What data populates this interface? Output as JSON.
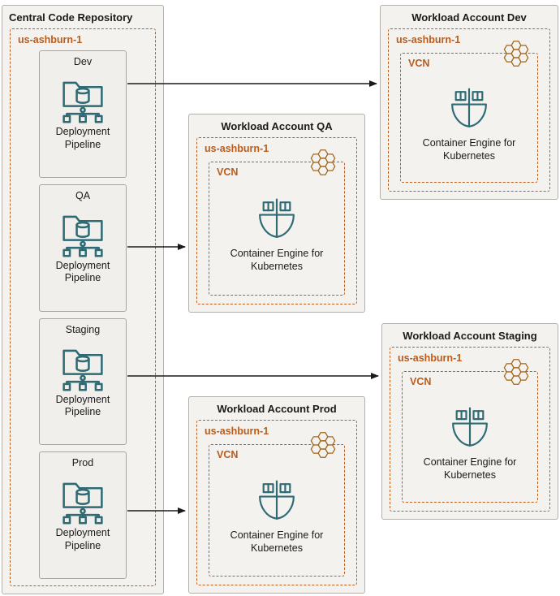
{
  "repository": {
    "title": "Central Code Repository",
    "region_label": "us-ashburn-1",
    "pipelines": [
      {
        "name": "Dev",
        "caption": "Deployment Pipeline"
      },
      {
        "name": "QA",
        "caption": "Deployment Pipeline"
      },
      {
        "name": "Staging",
        "caption": "Deployment Pipeline"
      },
      {
        "name": "Prod",
        "caption": "Deployment Pipeline"
      }
    ]
  },
  "accounts": [
    {
      "title": "Workload Account Dev",
      "region_label": "us-ashburn-1",
      "vcn_label": "VCN",
      "service": "Container Engine for Kubernetes"
    },
    {
      "title": "Workload Account QA",
      "region_label": "us-ashburn-1",
      "vcn_label": "VCN",
      "service": "Container Engine for Kubernetes"
    },
    {
      "title": "Workload Account Staging",
      "region_label": "us-ashburn-1",
      "vcn_label": "VCN",
      "service": "Container Engine for Kubernetes"
    },
    {
      "title": "Workload Account Prod",
      "region_label": "us-ashburn-1",
      "vcn_label": "VCN",
      "service": "Container Engine for Kubernetes"
    }
  ],
  "connections": [
    {
      "from": "Dev Deployment Pipeline",
      "to": "Workload Account Dev"
    },
    {
      "from": "QA Deployment Pipeline",
      "to": "Workload Account QA"
    },
    {
      "from": "Staging Deployment Pipeline",
      "to": "Workload Account Staging"
    },
    {
      "from": "Prod Deployment Pipeline",
      "to": "Workload Account Prod"
    }
  ],
  "icons": {
    "pipeline": "deployment-pipeline-icon",
    "kubernetes": "container-engine-for-kubernetes-icon",
    "vcn_marker": "hexagon-cluster-icon"
  },
  "colors": {
    "dashed_region": "#bc5b1a",
    "icon_teal": "#2f6b75",
    "hexagon_gold": "#a2661a",
    "panel_bg": "#f4f2ef",
    "panel_border": "#b3b0ac",
    "arrow": "#1a1a1a"
  }
}
